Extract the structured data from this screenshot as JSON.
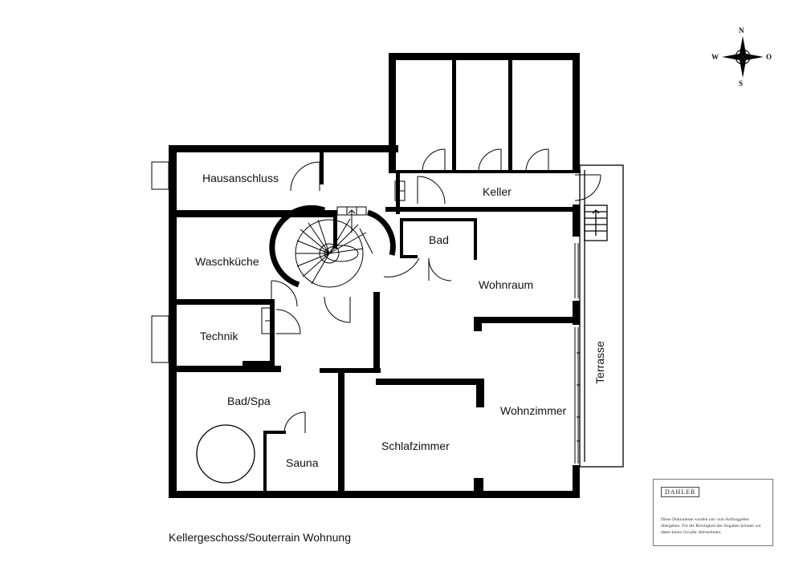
{
  "rooms": {
    "hausanschluss": "Hausanschluss",
    "keller": "Keller",
    "bad": "Bad",
    "waschkueche": "Waschküche",
    "wohnraum": "Wohnraum",
    "technik": "Technik",
    "terrasse": "Terrasse",
    "bad_spa": "Bad/Spa",
    "wohnzimmer": "Wohnzimmer",
    "schlafzimmer": "Schlafzimmer",
    "sauna": "Sauna"
  },
  "caption": "Kellergeschoss/Souterrain Wohnung",
  "compass": {
    "n": "N",
    "s": "S",
    "w": "W",
    "o": "O"
  },
  "notice": {
    "brand": "DAHLER",
    "text": "Diese Dokumente wurden uns vom Auftraggeber übergeben. Für die Richtigkeit der Angaben können wir daher keine Gewähr übernehmen."
  }
}
